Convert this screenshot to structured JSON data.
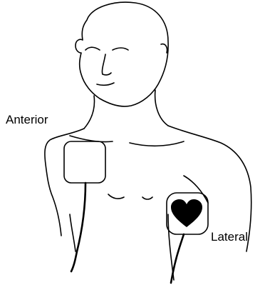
{
  "labels": {
    "anterior": "Anterior",
    "lateral": "Lateral"
  },
  "pads": [
    {
      "name": "anterior-pad",
      "placement": "right upper chest, below collarbone"
    },
    {
      "name": "lateral-pad",
      "placement": "left side of chest, below armpit",
      "marker": "heart-icon"
    }
  ],
  "colors": {
    "line": "#000000",
    "background": "#ffffff",
    "heart": "#000000"
  }
}
